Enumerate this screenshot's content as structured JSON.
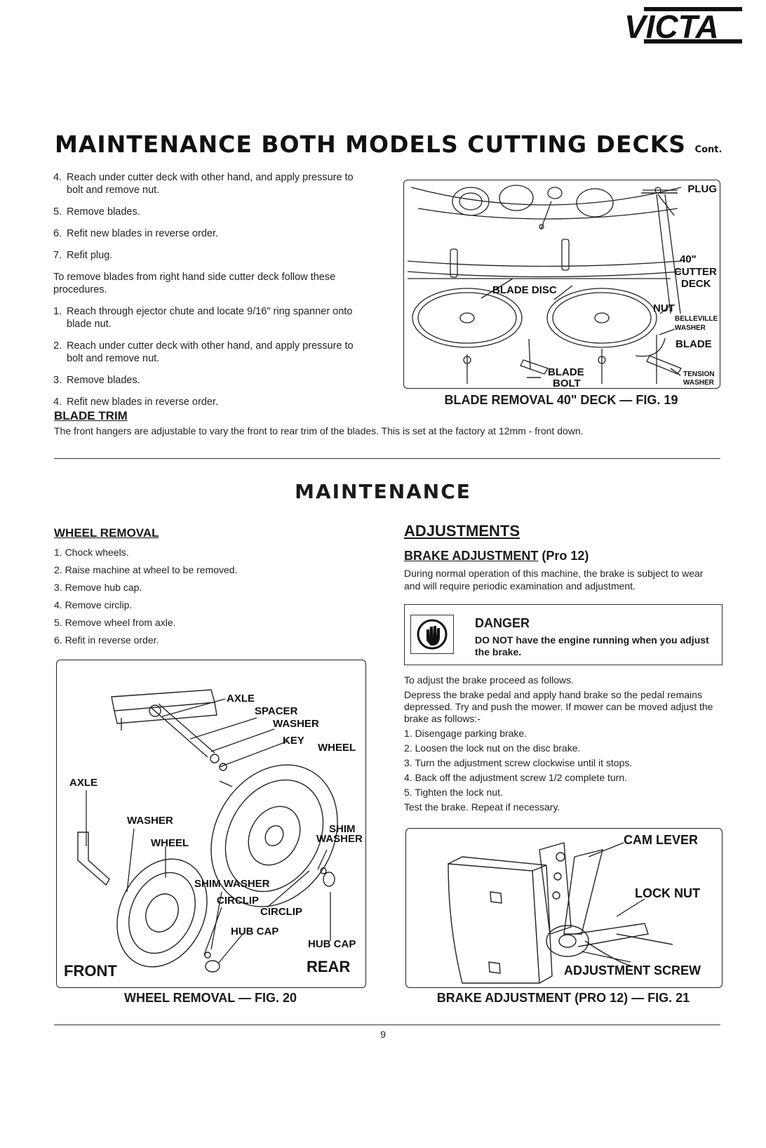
{
  "brand": {
    "logo_text": "VICTA"
  },
  "header": {
    "title": "MAINTENANCE BOTH MODELS CUTTING DECKS",
    "title_suffix": "Cont."
  },
  "section1": {
    "steps_a": [
      {
        "num": "4.",
        "text": "Reach under cutter deck with other hand, and apply pressure to bolt and remove nut."
      },
      {
        "num": "5.",
        "text": "Remove blades."
      },
      {
        "num": "6.",
        "text": "Refit new blades in reverse order."
      },
      {
        "num": "7.",
        "text": "Refit plug."
      }
    ],
    "intro_right": "To remove blades from right hand side cutter deck follow these procedures.",
    "steps_b": [
      {
        "num": "1.",
        "text": "Reach through ejector chute and locate 9/16\" ring spanner onto blade nut."
      },
      {
        "num": "2.",
        "text": "Reach under cutter deck with other hand, and apply pressure to bolt and remove nut."
      },
      {
        "num": "3.",
        "text": "Remove blades."
      },
      {
        "num": "4.",
        "text": "Refit new blades in reverse order."
      }
    ],
    "blade_trim_heading": "BLADE TRIM",
    "blade_trim_text": "The front hangers are adjustable to vary the front to rear trim of the blades. This is set at the factory at 12mm - front down."
  },
  "fig19": {
    "labels": {
      "plug": "PLUG",
      "forty": "40\"",
      "cutter": "CUTTER",
      "deck": "DECK",
      "blade_disc": "BLADE DISC",
      "nut": "NUT",
      "belleville": "BELLEVILLE",
      "washer": "WASHER",
      "blade": "BLADE",
      "blade_bolt_1": "BLADE",
      "blade_bolt_2": "BOLT",
      "tension": "TENSION",
      "tension_washer": "WASHER"
    },
    "caption": "BLADE REMOVAL 40\" DECK — FIG. 19"
  },
  "maintenance": {
    "title": "MAINTENANCE",
    "wheel_removal": {
      "heading": "WHEEL REMOVAL",
      "steps": [
        "1. Chock wheels.",
        "2. Raise machine at wheel to be removed.",
        "3. Remove hub cap.",
        "4. Remove circlip.",
        "5. Remove wheel from axle.",
        "6. Refit in reverse order."
      ]
    },
    "adjustments": {
      "heading": "ADJUSTMENTS",
      "brake_heading": "BRAKE ADJUSTMENT",
      "brake_model": "(Pro 12)",
      "brake_intro": "During normal operation of this machine, the brake is subject to wear and will require periodic examination and adjustment.",
      "danger_title": "DANGER",
      "danger_text": "DO NOT have the engine running when you adjust the brake.",
      "proceed": "To adjust the brake proceed as follows.",
      "depress": "Depress the brake pedal and apply hand brake so the pedal remains depressed. Try and push the mower. If mower can be moved adjust the brake as follows:-",
      "steps": [
        "1. Disengage parking brake.",
        "2. Loosen the lock nut on the disc brake.",
        "3. Turn the adjustment screw clockwise until it stops.",
        "4. Back off the adjustment screw 1/2 complete turn.",
        "5. Tighten the lock nut."
      ],
      "test": "Test the brake. Repeat if necessary."
    }
  },
  "fig20": {
    "labels": {
      "axle_top": "AXLE",
      "spacer": "SPACER",
      "washer_top": "WASHER",
      "key": "KEY",
      "wheel_top": "WHEEL",
      "axle_left": "AXLE",
      "washer_left": "WASHER",
      "wheel_left": "WHEEL",
      "shim": "SHIM",
      "shim_washer_r": "WASHER",
      "shim_washer": "SHIM WASHER",
      "circlip_1": "CIRCLIP",
      "circlip_2": "CIRCLIP",
      "hub_cap_1": "HUB CAP",
      "hub_cap_2": "HUB CAP",
      "front": "FRONT",
      "rear": "REAR"
    },
    "caption": "WHEEL REMOVAL — FIG. 20"
  },
  "fig21": {
    "labels": {
      "cam_lever": "CAM LEVER",
      "lock_nut": "LOCK NUT",
      "adjustment_screw": "ADJUSTMENT SCREW"
    },
    "caption": "BRAKE ADJUSTMENT (PRO 12) — FIG. 21"
  },
  "footer": {
    "page_number": "9"
  }
}
